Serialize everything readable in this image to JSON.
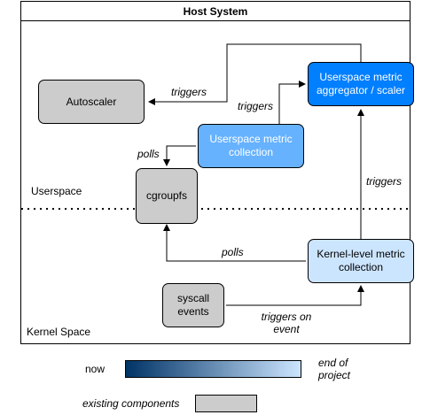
{
  "diagram": {
    "title": "Host System",
    "regions": {
      "upper": "Userspace",
      "lower": "Kernel Space"
    },
    "nodes": {
      "autoscaler": "Autoscaler",
      "aggregator": "Userspace metric aggregator / scaler",
      "user_collection": "Userspace metric collection",
      "cgroupfs": "cgroupfs",
      "kernel_collection": "Kernel-level metric collection",
      "syscall_events": "syscall events"
    },
    "edges": {
      "aggregator_to_autoscaler": "triggers",
      "user_to_aggregator": "triggers",
      "user_polls_cgroupfs": "polls",
      "kernel_to_aggregator": "triggers",
      "kernel_polls_cgroupfs": "polls",
      "syscall_to_kernel": "triggers on event"
    },
    "colors": {
      "aggregator": "#007FFF",
      "user_collection": "#66B2FF",
      "kernel_collection": "#CCE5FF",
      "existing": "#CCCCCC",
      "gradient_start": "#003366",
      "gradient_end": "#CCE5FF"
    }
  },
  "legend": {
    "gradient_left": "now",
    "gradient_right": "end of project",
    "existing_label": "existing components"
  }
}
